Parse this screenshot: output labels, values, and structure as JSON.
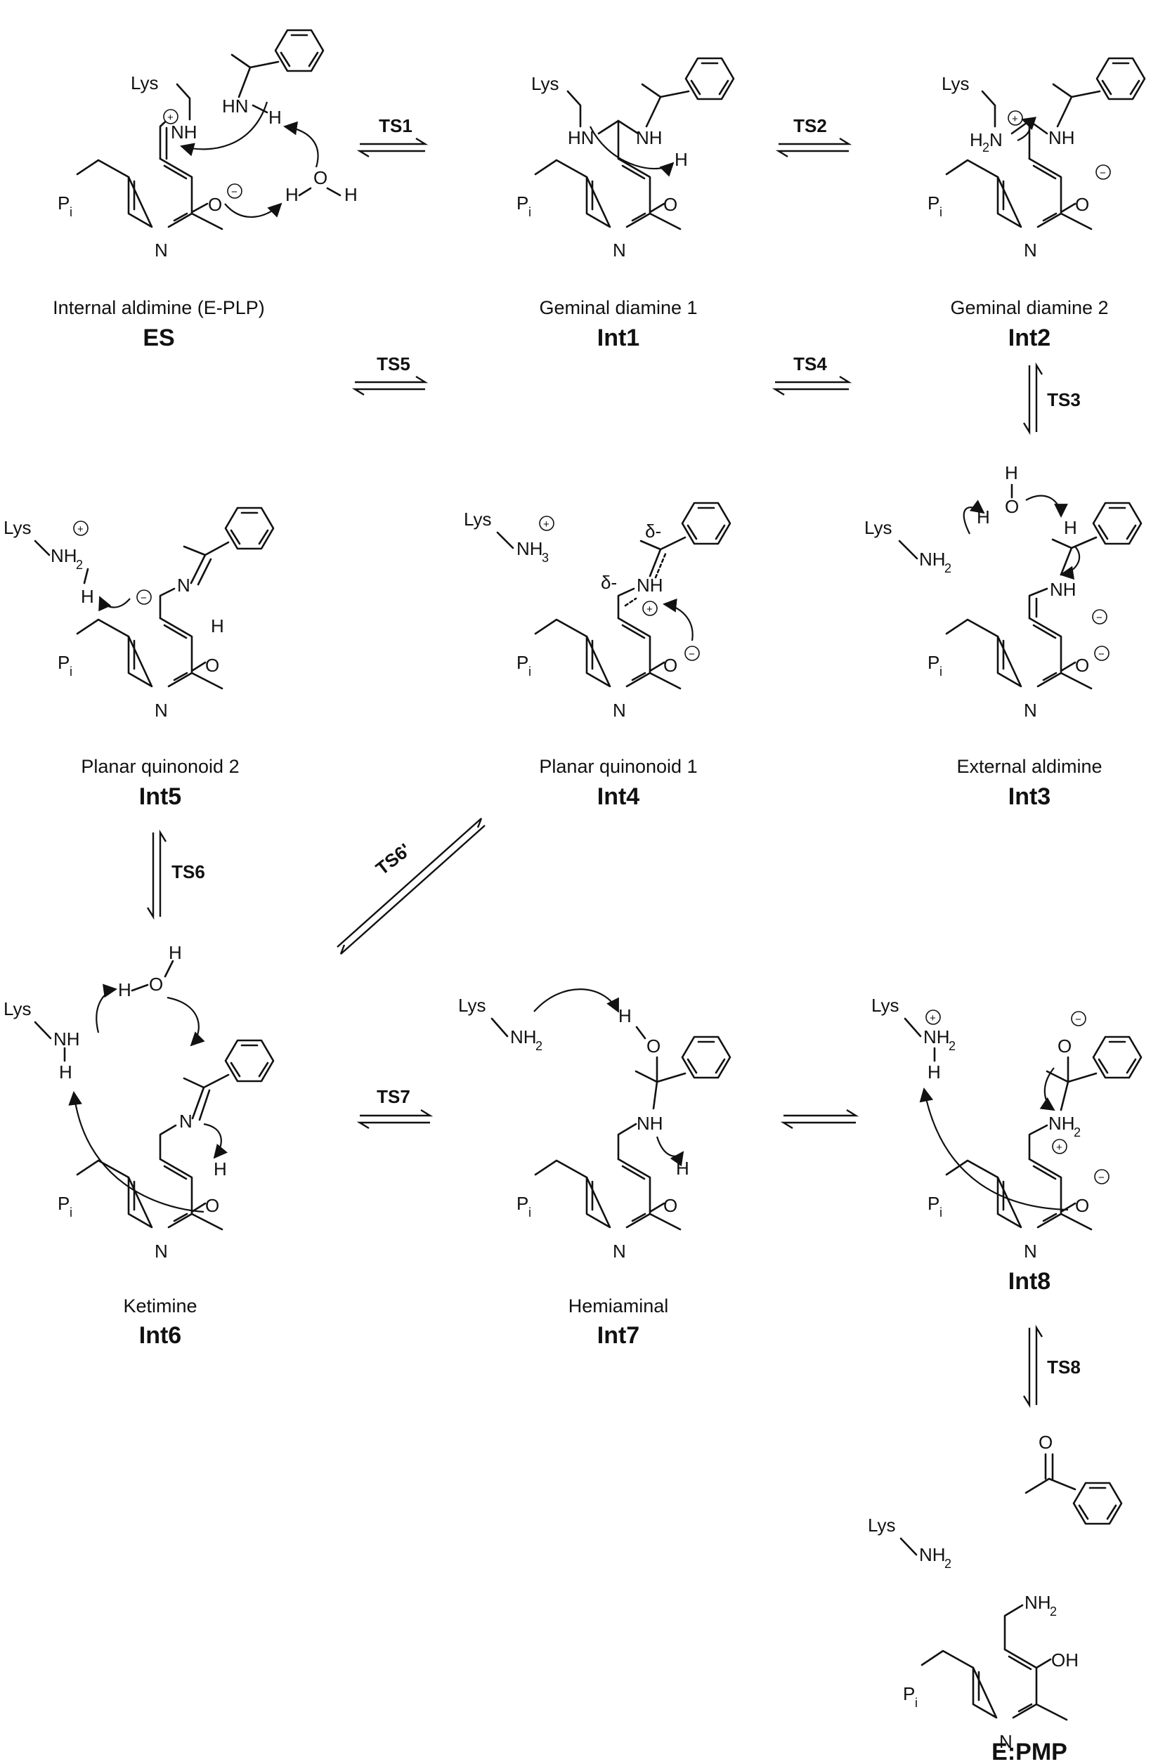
{
  "species": [
    {
      "key": "ES",
      "name": "Internal aldimine (E-PLP)",
      "code": "ES"
    },
    {
      "key": "Int1",
      "name": "Geminal diamine 1",
      "code": "Int1"
    },
    {
      "key": "Int2",
      "name": "Geminal diamine 2",
      "code": "Int2"
    },
    {
      "key": "Int3",
      "name": "External aldimine",
      "code": "Int3"
    },
    {
      "key": "Int4",
      "name": "Planar quinonoid 1",
      "code": "Int4"
    },
    {
      "key": "Int5",
      "name": "Planar quinonoid 2",
      "code": "Int5"
    },
    {
      "key": "Int6",
      "name": "Ketimine",
      "code": "Int6"
    },
    {
      "key": "Int7",
      "name": "Hemiaminal",
      "code": "Int7"
    },
    {
      "key": "Int8",
      "name": "",
      "code": "Int8"
    },
    {
      "key": "EPMP",
      "name": "",
      "code": "E:PMP"
    }
  ],
  "transitions": {
    "TS1": "TS1",
    "TS2": "TS2",
    "TS3": "TS3",
    "TS4": "TS4",
    "TS5": "TS5",
    "TS6": "TS6",
    "TS6p": "TS6'",
    "TS7": "TS7",
    "TS8": "TS8"
  },
  "atoms": {
    "lys": "Lys",
    "pi": "P",
    "pi_sub": "i",
    "n": "N",
    "nh": "NH",
    "hn": "HN",
    "nh2": "NH",
    "h2n": "H",
    "o": "O",
    "oh": "OH",
    "h": "H",
    "sub2": "2",
    "sub3": "3",
    "delta": "δ-",
    "plus": "+",
    "minus": "−"
  }
}
